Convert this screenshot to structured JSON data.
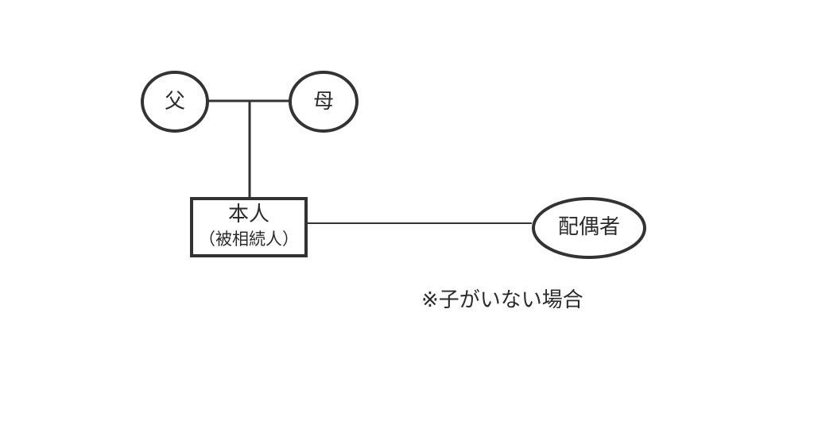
{
  "diagram": {
    "father": {
      "label": "父"
    },
    "mother": {
      "label": "母"
    },
    "self": {
      "label_line1": "本人",
      "label_line2": "（被相続人）"
    },
    "spouse": {
      "label": "配偶者"
    },
    "note": "※子がいない場合"
  },
  "colors": {
    "stroke": "#333333",
    "text": "#2b2b2b",
    "background": "#ffffff"
  }
}
